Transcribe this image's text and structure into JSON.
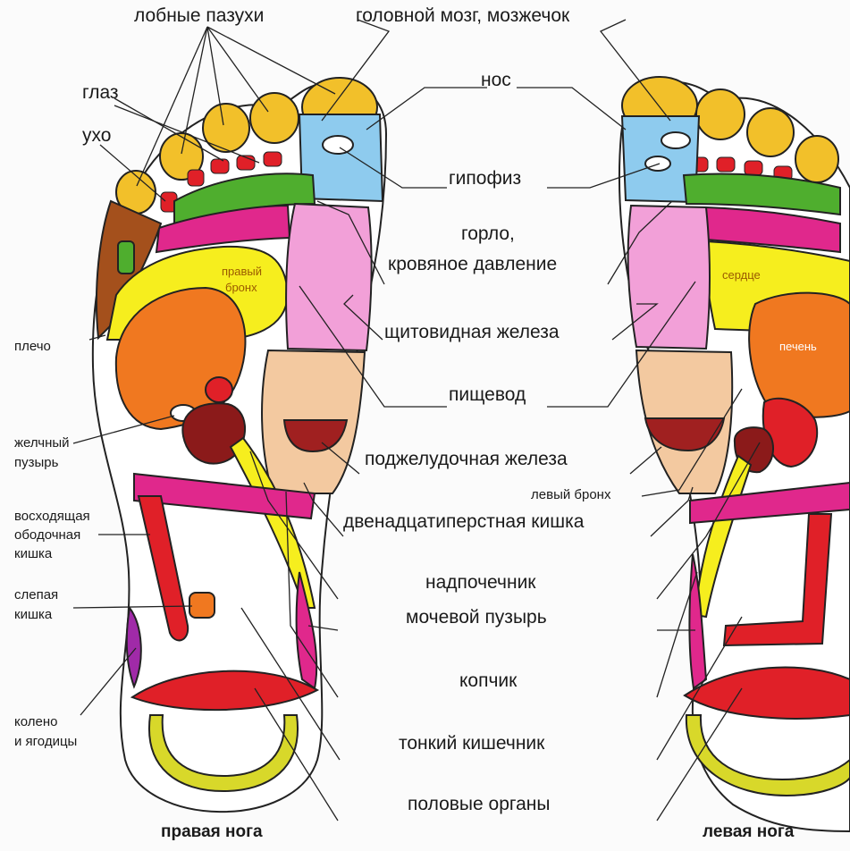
{
  "labels": {
    "frontal_sinuses": "лобные пазухи",
    "brain_cerebellum": "головной мозг, мозжечок",
    "eye": "глаз",
    "ear": "ухо",
    "nose": "нос",
    "pituitary": "гипофиз",
    "throat": "горло,",
    "blood_pressure": "кровяное давление",
    "right_bronchus_1": "правый",
    "right_bronchus_2": "бронх",
    "heart": "сердце",
    "liver": "печень",
    "shoulder": "плечо",
    "thyroid": "щитовидная железа",
    "esophagus": "пищевод",
    "gallbladder_1": "желчный",
    "gallbladder_2": "пузырь",
    "pancreas": "поджелудочная железа",
    "left_bronchus": "левый бронх",
    "duodenum": "двенадцатиперстная кишка",
    "ascending_colon_1": "восходящая",
    "ascending_colon_2": "ободочная",
    "ascending_colon_3": "кишка",
    "adrenal": "надпочечник",
    "cecum_1": "слепая",
    "cecum_2": "кишка",
    "bladder": "мочевой пузырь",
    "coccyx": "копчик",
    "knee_1": "колено",
    "knee_2": "и ягодицы",
    "small_intestine": "тонкий кишечник",
    "genitals": "половые органы",
    "right_foot": "правая нога",
    "left_foot": "левая нога"
  },
  "zone_colors": {
    "toes": "#f2c02a",
    "nose_zone": "#8ecbee",
    "red_accent": "#e02028",
    "green_band": "#4fae2e",
    "magenta_band": "#e0288c",
    "yellow_zone": "#f6ee1e",
    "pink_thyroid": "#f2a0d8",
    "beige_esophagus": "#f3c9a0",
    "dark_red_organ": "#8b1a1a",
    "orange_liver": "#f07820",
    "brown_shoulder": "#a4501c",
    "heel_crescent": "#d8d82a"
  }
}
